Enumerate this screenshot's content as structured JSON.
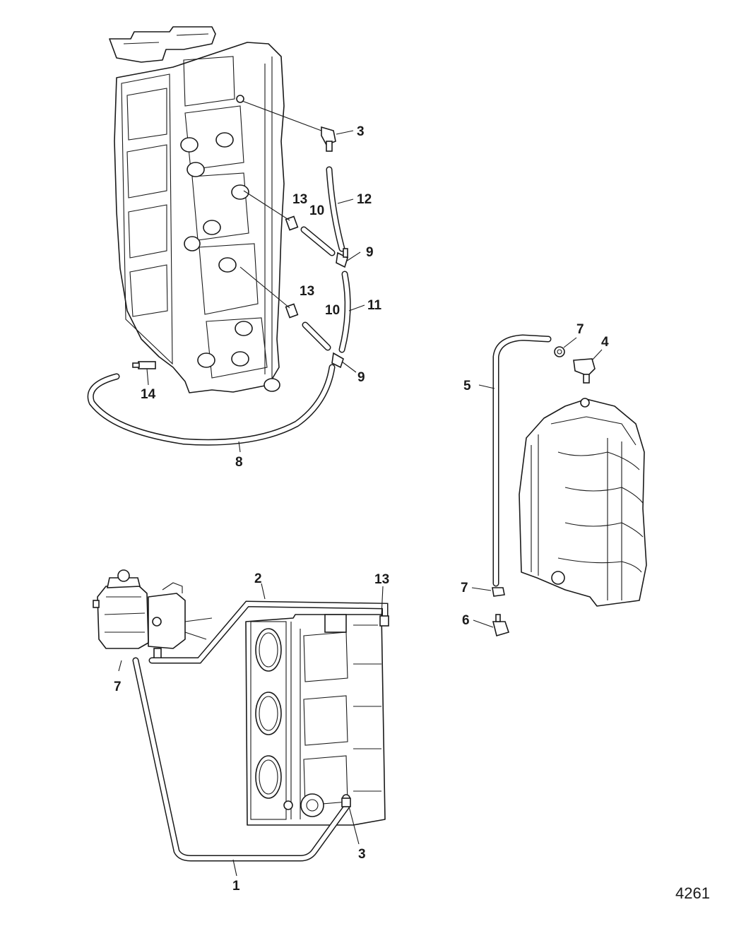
{
  "callouts": {
    "c1": "1",
    "c2": "2",
    "c3a": "3",
    "c3b": "3",
    "c4": "4",
    "c5": "5",
    "c6": "6",
    "c7a": "7",
    "c7b": "7",
    "c7c": "7",
    "c8": "8",
    "c9a": "9",
    "c9b": "9",
    "c10a": "10",
    "c10b": "10",
    "c11": "11",
    "c12": "12",
    "c13a": "13",
    "c13b": "13",
    "c13c": "13",
    "c14": "14"
  },
  "reference_number": "4261"
}
